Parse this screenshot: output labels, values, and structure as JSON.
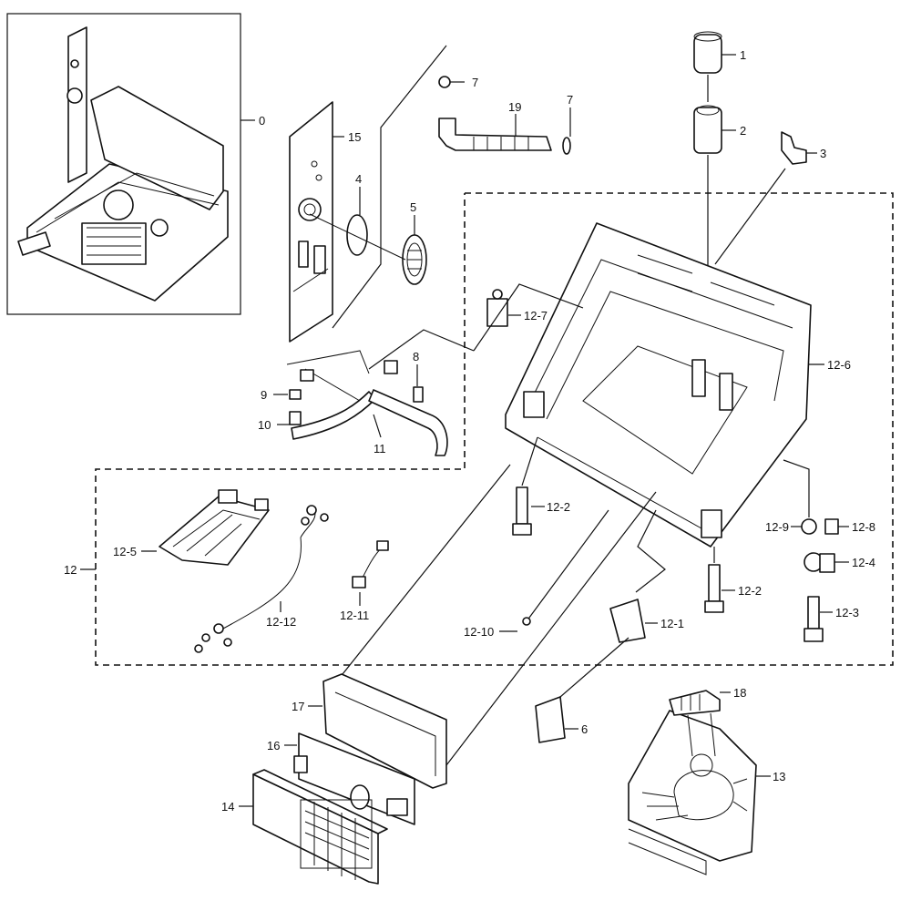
{
  "labels": {
    "p0": "0",
    "p1": "1",
    "p2": "2",
    "p3": "3",
    "p4": "4",
    "p5": "5",
    "p6": "6",
    "p7a": "7",
    "p7b": "7",
    "p8": "8",
    "p9": "9",
    "p10": "10",
    "p11": "11",
    "p12": "12",
    "p12_1": "12-1",
    "p12_2a": "12-2",
    "p12_2b": "12-2",
    "p12_3": "12-3",
    "p12_4": "12-4",
    "p12_5": "12-5",
    "p12_6": "12-6",
    "p12_7": "12-7",
    "p12_8": "12-8",
    "p12_9": "12-9",
    "p12_10": "12-10",
    "p12_11": "12-11",
    "p12_12": "12-12",
    "p13": "13",
    "p14": "14",
    "p15": "15",
    "p16": "16",
    "p17": "17",
    "p18": "18",
    "p19": "19"
  }
}
